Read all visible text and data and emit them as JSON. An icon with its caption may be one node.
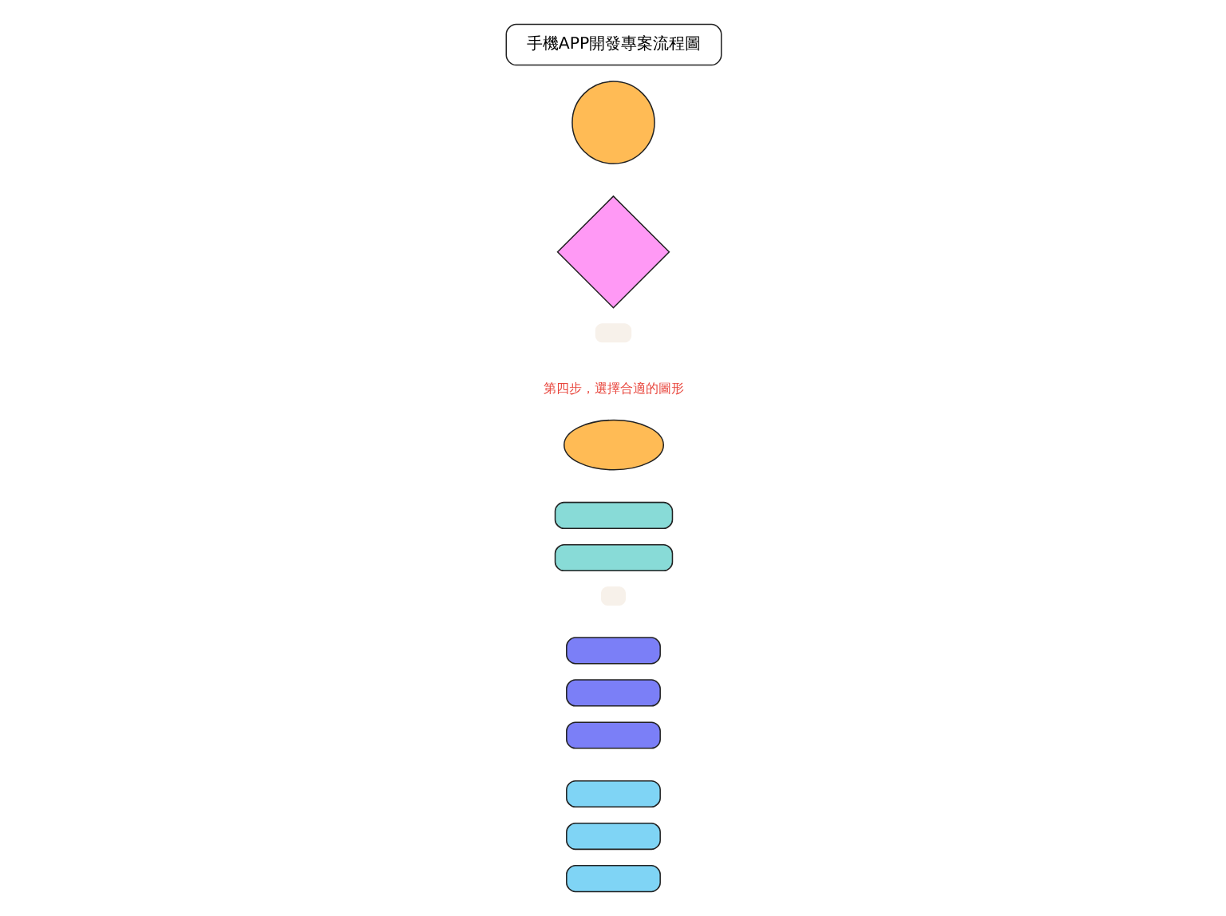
{
  "diagram": {
    "nodes": [
      {
        "text": [],
        "shape": "oval"
      },
      {
        "text": [],
        "shape": "box"
      },
      {
        "text": [],
        "shape": "box"
      },
      {
        "text": [],
        "shape": "box"
      },
      {
        "text": [],
        "shape": "diamond"
      },
      {
        "text": [],
        "shape": "box"
      },
      {
        "text": [],
        "shape": "box"
      },
      {
        "text": [],
        "shape": "box"
      },
      {
        "text": [],
        "shape": "box"
      },
      {
        "text": [],
        "shape": "box"
      },
      {
        "text": [],
        "shape": "box"
      },
      {
        "text": [],
        "shape": "box"
      },
      {
        "text": [],
        "shape": "circle"
      },
      {
        "text": [
          "手機APP開發專案流程圖"
        ]
      }
    ],
    "edges": [],
    "labels": [
      "第四步，選擇合適的圖形"
    ]
  }
}
